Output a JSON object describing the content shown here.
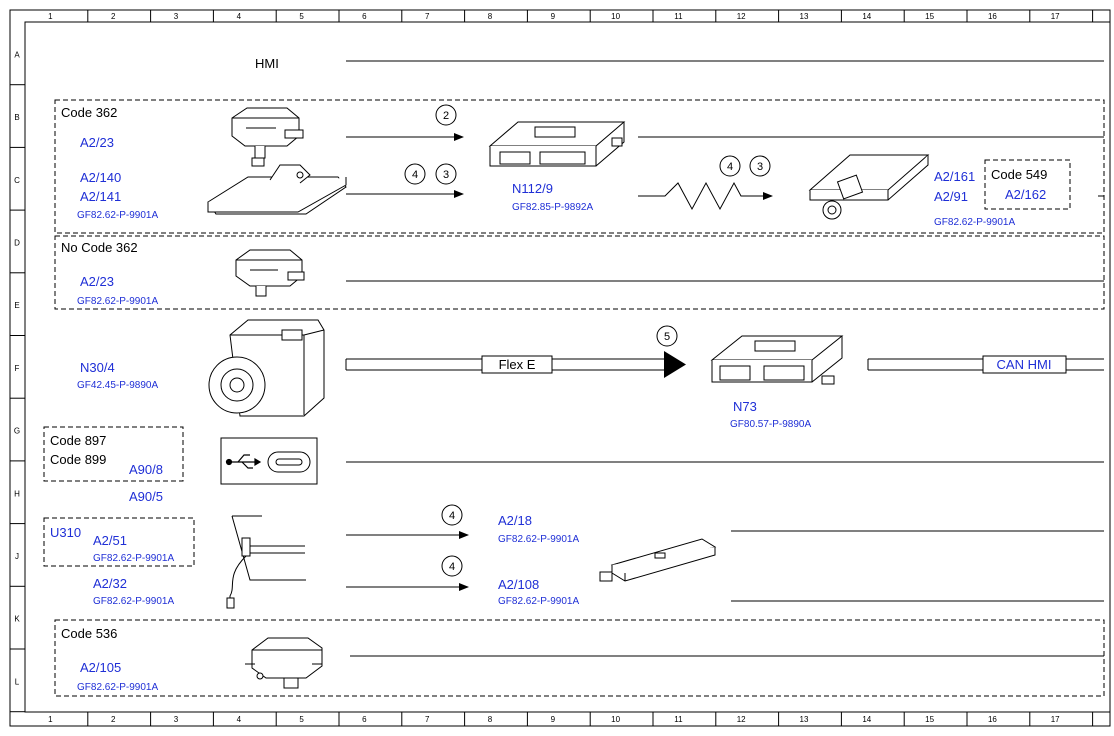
{
  "frame": {
    "columns": [
      "1",
      "2",
      "3",
      "4",
      "5",
      "6",
      "7",
      "8",
      "9",
      "10",
      "11",
      "12",
      "13",
      "14",
      "15",
      "16",
      "17"
    ],
    "rows": [
      "A",
      "B",
      "C",
      "D",
      "E",
      "F",
      "G",
      "H",
      "J",
      "K",
      "L"
    ]
  },
  "colors": {
    "link_blue": "#1f2fd6",
    "line": "#000000",
    "frame": "#000000"
  },
  "bus": {
    "hmi": "HMI",
    "flex_e": "Flex E",
    "can_hmi": "CAN HMI"
  },
  "groups": {
    "code362": "Code 362",
    "nocode362": "No Code 362",
    "code549": "Code 549",
    "code897": "Code 897",
    "code899": "Code 899",
    "u310": "U310",
    "code536": "Code 536"
  },
  "components": {
    "a2_23": "A2/23",
    "a2_140": "A2/140",
    "a2_141": "A2/141",
    "gf_9901_b": "GF82.62-P-9901A",
    "n112_9": "N112/9",
    "gf_9892": "GF82.85-P-9892A",
    "a2_161": "A2/161",
    "a2_91": "A2/91",
    "a2_162": "A2/162",
    "gf_9901_c": "GF82.62-P-9901A",
    "a2_23_e": "A2/23",
    "gf_9901_e": "GF82.62-P-9901A",
    "n30_4": "N30/4",
    "gf_9890_n30": "GF42.45-P-9890A",
    "n73": "N73",
    "gf_9890_n73": "GF80.57-P-9890A",
    "a90_8": "A90/8",
    "a90_5": "A90/5",
    "a2_51": "A2/51",
    "gf_9901_j1": "GF82.62-P-9901A",
    "a2_32": "A2/32",
    "gf_9901_j2": "GF82.62-P-9901A",
    "a2_18": "A2/18",
    "gf_9901_a218": "GF82.62-P-9901A",
    "a2_108": "A2/108",
    "gf_9901_a2108": "GF82.62-P-9901A",
    "a2_105": "A2/105",
    "gf_9901_l": "GF82.62-P-9901A"
  },
  "markers": {
    "m2": "2",
    "m3_top": "3",
    "m4_top": "4",
    "m4_cable": "4",
    "m3_cable": "3",
    "m5": "5",
    "m4_j1": "4",
    "m4_j2": "4"
  }
}
